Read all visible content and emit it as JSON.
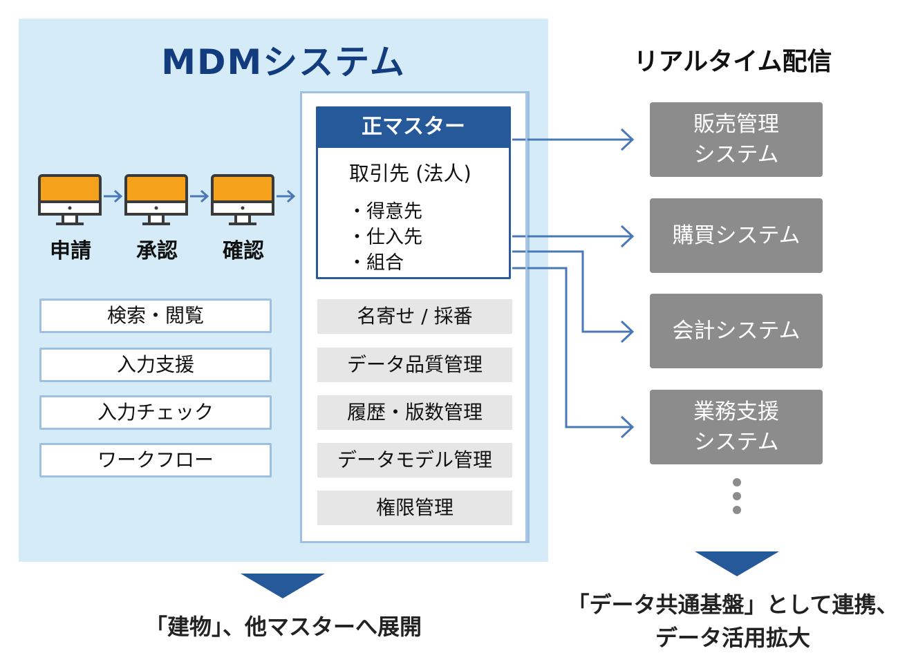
{
  "mdm": {
    "title": "MDMシステム",
    "workflow_steps": [
      {
        "label": "申請",
        "icon": "monitor-icon"
      },
      {
        "label": "承認",
        "icon": "monitor-icon"
      },
      {
        "label": "確認",
        "icon": "monitor-icon"
      }
    ],
    "left_functions": [
      "検索・閲覧",
      "入力支援",
      "入力チェック",
      "ワークフロー"
    ],
    "master": {
      "header": "正マスター",
      "subtitle": "取引先 (法人)",
      "items": [
        "・得意先",
        "・仕入先",
        "・組合"
      ]
    },
    "right_functions": [
      "名寄せ / 採番",
      "データ品質管理",
      "履歴・版数管理",
      "データモデル管理",
      "権限管理"
    ]
  },
  "realtime": {
    "title": "リアルタイム配信",
    "systems": [
      "販売管理\nシステム",
      "購買システム",
      "会計システム",
      "業務支援\nシステム"
    ],
    "more_indicator": "vertical-ellipsis-icon"
  },
  "footer": {
    "left": "「建物」、他マスターへ展開",
    "right_line1": "「データ共通基盤」として連携、",
    "right_line2": "データ活用拡大"
  },
  "colors": {
    "panel_bg": "#d5ecf8",
    "title_navy": "#123c7e",
    "master_header": "#25599a",
    "connector": "#4a78b4",
    "system_box": "#8c8c8c",
    "monitor_screen": "#f6a11b"
  }
}
